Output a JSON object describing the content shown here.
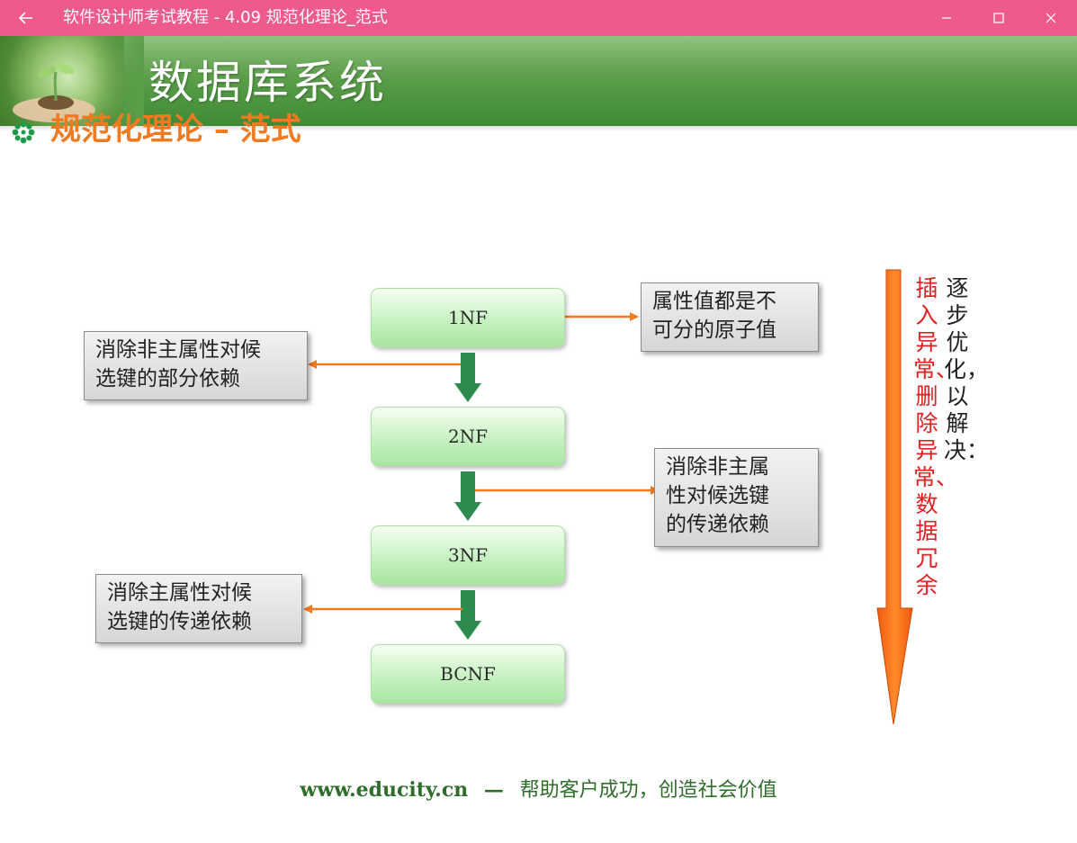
{
  "window": {
    "title": "软件设计师考试教程 - 4.09  规范化理论_范式",
    "accent": "#ee5a8e"
  },
  "slide": {
    "banner_title": "数据库系统",
    "section_title": "规范化理论 – 范式",
    "nf_levels": [
      "1NF",
      "2NF",
      "3NF",
      "BCNF"
    ],
    "notes": {
      "n1": [
        "属性值都是不",
        "可分的原子值"
      ],
      "n2": [
        "消除非主属性对候",
        "选键的部分依赖"
      ],
      "n3": [
        "消除非主属",
        "性对候选键",
        "的传递依赖"
      ],
      "n4": [
        "消除主属性对候",
        "选键的传递依赖"
      ]
    },
    "side_red": "插入异常、删除异常、数据冗余",
    "side_black": "逐步优化，以解决：",
    "footer_url": "www.educity.cn",
    "footer_sep": "—",
    "footer_slogan": "帮助客户成功，创造社会价值",
    "colors": {
      "arrow_orange": "#f07a20",
      "arrow_green": "#2e8b4f",
      "title_orange": "#f07a20",
      "side_red": "#e02020"
    }
  }
}
